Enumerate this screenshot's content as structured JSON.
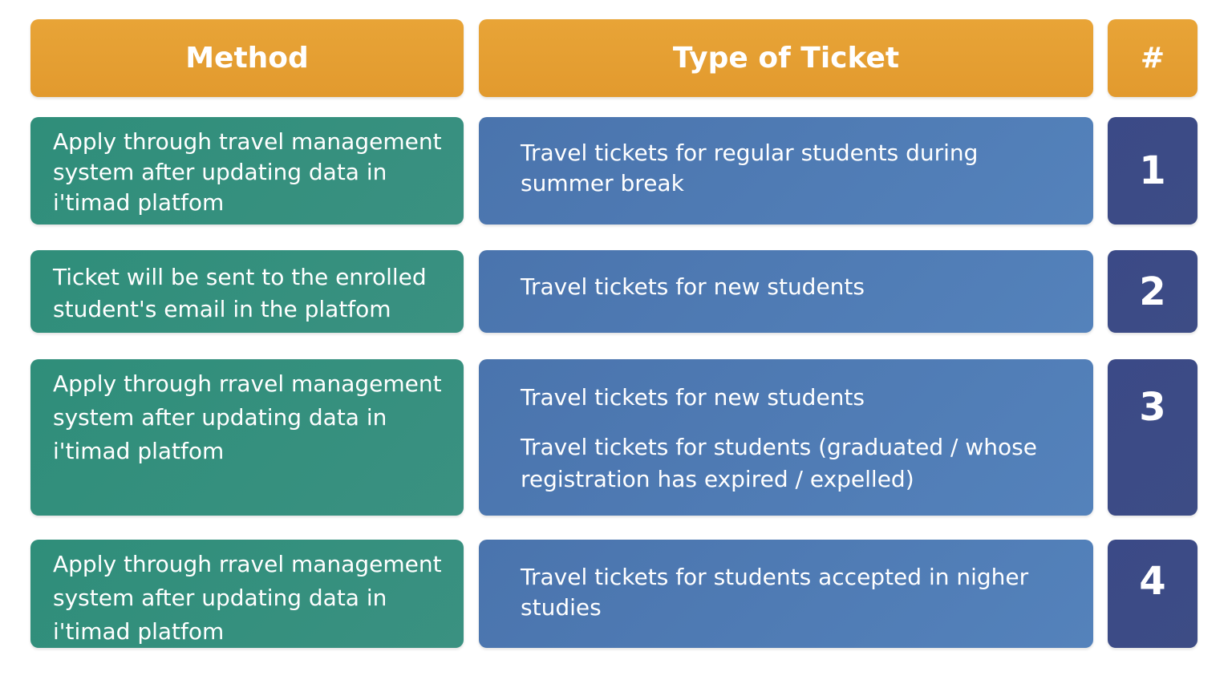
{
  "header": {
    "method": "Method",
    "type_of_ticket": "Type of Ticket",
    "number": "#"
  },
  "rows": [
    {
      "number": "1",
      "method": "Apply through travel management system after updating data in i'timad platfom",
      "types": [
        "Travel tickets for regular students during summer break"
      ]
    },
    {
      "number": "2",
      "method": "Ticket will be sent to the enrolled student's email in the platfom",
      "types": [
        "Travel tickets for new students"
      ]
    },
    {
      "number": "3",
      "method": "Apply through rravel management system after updating data in i'timad platfom",
      "types": [
        "Travel tickets for new students",
        "Travel tickets for students (graduated / whose registration has expired / expelled)"
      ]
    },
    {
      "number": "4",
      "method": "Apply through rravel management system after updating data in i'timad platfom",
      "types": [
        "Travel tickets for students accepted in nigher studies"
      ]
    }
  ],
  "colors": {
    "header": "#e39d31",
    "method": "#33907d",
    "type": "#4f7db6",
    "number": "#3c4b86"
  }
}
